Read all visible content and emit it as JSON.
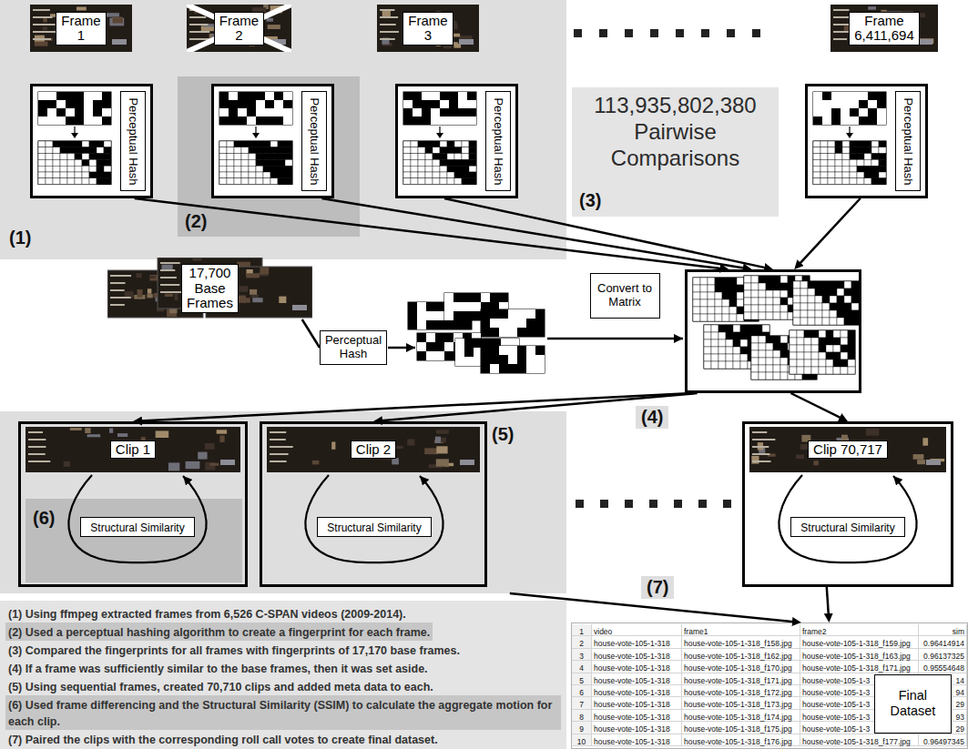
{
  "diagram": {
    "nodes": [
      {
        "text": [
          "(1)"
        ]
      },
      {
        "text": [
          "Frame 1"
        ],
        "in": 0
      },
      {
        "text": [
          "Perceptual Hash"
        ],
        "in": 0
      },
      {
        "text": [
          "(2)"
        ],
        "in": 0
      },
      {
        "text": [
          "Frame 2"
        ],
        "in": 0
      },
      {
        "text": [
          "Perceptual Hash"
        ],
        "in": 3
      },
      {
        "text": [
          "Frame 3"
        ],
        "in": 0
      },
      {
        "text": [
          "Perceptual Hash"
        ],
        "in": 0
      },
      {
        "text": [
          "113,935,802,380 Pairwise Comparisons",
          "(3)"
        ]
      },
      {
        "text": [
          "Frame 6,411,694"
        ]
      },
      {
        "text": [
          "Perceptual Hash"
        ]
      },
      {
        "text": [
          "17,700 Base Frames"
        ]
      },
      {
        "text": [
          "Perceptual Hash"
        ]
      },
      {
        "text": [
          "Convert to Matrix"
        ]
      },
      {
        "text": [
          "(4)"
        ]
      },
      {
        "text": [
          "(5)"
        ]
      },
      {
        "text": [
          "Clip 1"
        ],
        "in": 15
      },
      {
        "text": [
          "(6)"
        ],
        "in": 16
      },
      {
        "text": [
          "Structural Similarity"
        ],
        "in": 17
      },
      {
        "text": [
          "Clip 2"
        ],
        "in": 15
      },
      {
        "text": [
          "Structural Similarity"
        ],
        "in": 19
      },
      {
        "text": [
          "Clip 70,717"
        ]
      },
      {
        "text": [
          "Structural Similarity"
        ],
        "in": 21
      },
      {
        "text": [
          "(1) Using ffmpeg extracted frames from 6,526 C-SPAN videos (2009-2014).",
          "(2) Used a perceptual hashing algorithm to create a fingerprint for each frame.",
          "(3) Compared the fingerprints for all frames with fingerprints of 17,170 base frames.",
          "(4) If a frame was sufficiently similar to the base frames, then it was set aside.",
          "(5) Using sequential frames, created 70,710 clips and added meta data to each.",
          "(6) Used frame differencing and the Structural Similarity (SSIM) to calculate the aggregate motion for each clip.",
          "(7) Paired the clips with the corresponding roll call votes to create final dataset."
        ]
      },
      {
        "text": [
          "(7)"
        ]
      },
      {
        "text": [
          "Final Dataset"
        ],
        "in": 24
      }
    ],
    "edges": [
      {
        "from": 2,
        "to": 14,
        "arrow": "to"
      },
      {
        "from": 5,
        "to": 14,
        "arrow": "to"
      },
      {
        "from": 7,
        "to": 14,
        "arrow": "to"
      },
      {
        "from": 10,
        "to": 14,
        "arrow": "to"
      },
      {
        "from": 11,
        "to": 12,
        "arrow": "none"
      },
      {
        "from": 14,
        "to": 16,
        "arrow": "to"
      },
      {
        "from": 14,
        "to": 19,
        "arrow": "to"
      },
      {
        "from": 14,
        "to": 21,
        "arrow": "to"
      },
      {
        "from": 15,
        "to": 24,
        "arrow": "to"
      },
      {
        "from": 21,
        "to": 24,
        "arrow": "to"
      }
    ],
    "labels": [
      "1",
      "video",
      "frame1",
      "frame2",
      "sim",
      "2",
      "house-vote-105-1-318",
      "house-vote-105-1-318_f158.jpg",
      "house-vote-105-1-318_f159.jpg",
      "0.96414914",
      "3",
      "house-vote-105-1-318",
      "house-vote-105-1-318_f162.jpg",
      "house-vote-105-1-318_f163.jpg",
      "0.96137325",
      "4",
      "house-vote-105-1-318",
      "house-vote-105-1-318_f170.jpg",
      "house-vote-105-1-318_f171.jpg",
      "0.95554648",
      "5",
      "house-vote-105-1-318",
      "house-vote-105-1-318_f171.jpg",
      "house-vote-105-1-3",
      "14",
      "6",
      "house-vote-105-1-318",
      "house-vote-105-1-318_f172.jpg",
      "house-vote-105-1-3",
      "94",
      "7",
      "house-vote-105-1-318",
      "house-vote-105-1-318_f173.jpg",
      "house-vote-105-1-3",
      "29",
      "8",
      "house-vote-105-1-318",
      "house-vote-105-1-318_f174.jpg",
      "house-vote-105-1-3",
      "93",
      "9",
      "house-vote-105-1-318",
      "house-vote-105-1-318_f175.jpg",
      "house-vote-105-1-3",
      "29",
      "10",
      "house-vote-105-1-318",
      "house-vote-105-1-318_f176.jpg",
      "house-vote-105-1-318_f177.jpg",
      "0.96497345"
    ]
  }
}
